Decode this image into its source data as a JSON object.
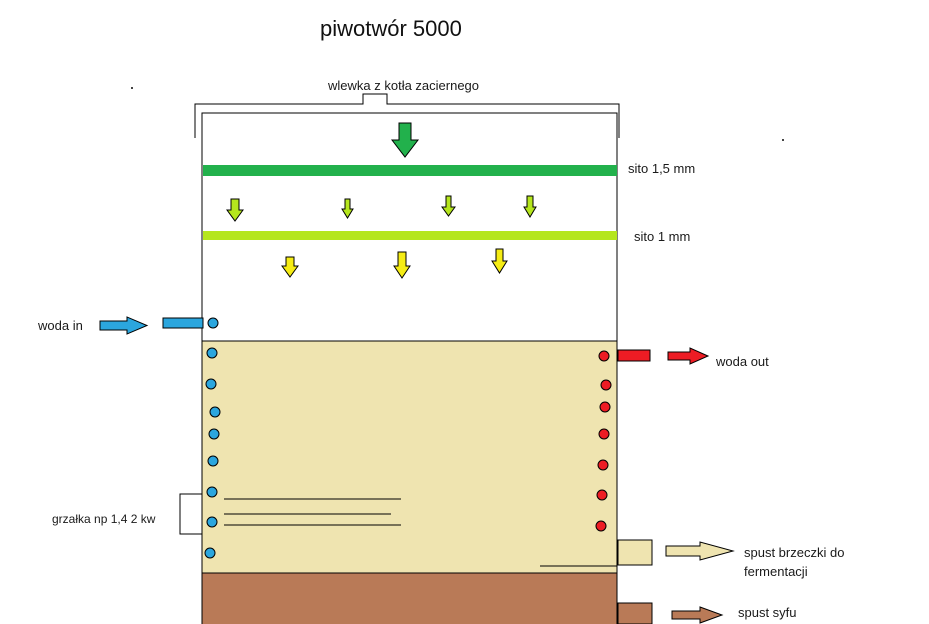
{
  "title": "piwotwór 5000",
  "labels": {
    "inlet": "wlewka z kotła zaciernego",
    "sieve_coarse": "sito 1,5 mm",
    "sieve_fine": "sito 1 mm",
    "water_in": "woda in",
    "water_out": "woda out",
    "heater": "grzałka np 1,4 2 kw",
    "wort_drain_line1": "spust brzeczki do",
    "wort_drain_line2": "fermentacji",
    "sludge_drain": "spust syfu"
  },
  "colors": {
    "sieve_coarse": "#22b14c",
    "sieve_fine": "#b5e61d",
    "arrow_yellow": "#f5ec14",
    "water_in": "#2ba6de",
    "water_out": "#ed1c24",
    "wort": "#efe4b0",
    "sludge": "#b97a57",
    "outline": "#000000"
  },
  "icons": {
    "inlet_arrow": "arrow-down-icon",
    "flow_arrows": "arrow-down-icon",
    "water_in_arrow": "arrow-right-icon",
    "water_out_arrow": "arrow-right-icon",
    "drain_arrows": "arrow-right-icon"
  }
}
